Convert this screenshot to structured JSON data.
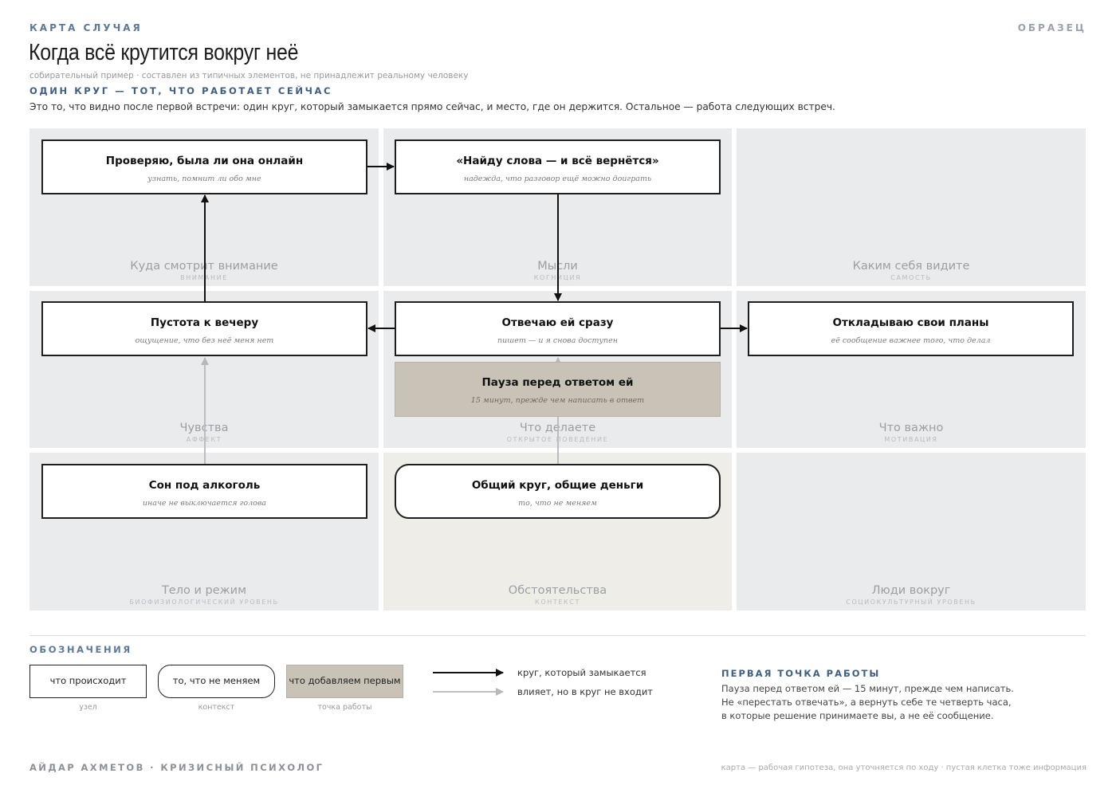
{
  "header": {
    "kicker": "КАРТА СЛУЧАЯ",
    "badge": "ОБРАЗЕЦ",
    "title": "Когда всё крутится вокруг неё",
    "subtitle": "собирательный пример · составлен из типичных элементов, не принадлежит реальному человеку",
    "section": "ОДИН КРУГ — ТОТ, ЧТО РАБОТАЕТ СЕЙЧАС",
    "intro": "Это то, что видно после первой встречи: один круг, который замыкается прямо сейчас, и место, где он держится. Остальное — работа следующих встреч."
  },
  "cells": [
    {
      "title": "Куда смотрит внимание",
      "subtitle": "ВНИМАНИЕ"
    },
    {
      "title": "Мысли",
      "subtitle": "КОГНИЦИЯ"
    },
    {
      "title": "Каким себя видите",
      "subtitle": "САМОСТЬ"
    },
    {
      "title": "Чувства",
      "subtitle": "АФФЕКТ"
    },
    {
      "title": "Что делаете",
      "subtitle": "ОТКРЫТОЕ ПОВЕДЕНИЕ"
    },
    {
      "title": "Что важно",
      "subtitle": "МОТИВАЦИЯ"
    },
    {
      "title": "Тело и режим",
      "subtitle": "БИОФИЗИОЛОГИЧЕСКИЙ УРОВЕНЬ"
    },
    {
      "title": "Обстоятельства",
      "subtitle": "КОНТЕКСТ"
    },
    {
      "title": "Люди вокруг",
      "subtitle": "СОЦИОКУЛЬТУРНЫЙ УРОВЕНЬ"
    }
  ],
  "nodes": {
    "check_online": {
      "title": "Проверяю, была ли она онлайн",
      "subtitle": "узнать, помнит ли обо мне"
    },
    "find_words": {
      "title": "«Найду слова — и всё вернётся»",
      "subtitle": "надежда, что разговор ещё можно доиграть"
    },
    "emptiness": {
      "title": "Пустота к вечеру",
      "subtitle": "ощущение, что без неё меня нет"
    },
    "reply_now": {
      "title": "Отвечаю ей сразу",
      "subtitle": "пишет — и я снова доступен"
    },
    "postpone_plans": {
      "title": "Откладываю свои планы",
      "subtitle": "её сообщение важнее того, что делал"
    },
    "pause": {
      "title": "Пауза перед ответом ей",
      "subtitle": "15 минут, прежде чем написать в ответ"
    },
    "sleep_alcohol": {
      "title": "Сон под алкоголь",
      "subtitle": "иначе не выключается голова"
    },
    "common_circle": {
      "title": "Общий круг, общие деньги",
      "subtitle": "то, что не меняем"
    }
  },
  "legend": {
    "title": "ОБОЗНАЧЕНИЯ",
    "node_label": "что происходит",
    "node_caption": "узел",
    "context_label": "то, что не меняем",
    "context_caption": "контекст",
    "work_label": "что добавляем первым",
    "work_caption": "точка работы",
    "loop_arrow_label": "круг, который замыкается",
    "influence_arrow_label": "влияет, но в круг не входит"
  },
  "first_point": {
    "title": "ПЕРВАЯ ТОЧКА РАБОТЫ",
    "text": "Пауза перед ответом ей — 15 минут, прежде чем написать. Не «перестать отвечать», а вернуть себе те четверть часа, в которые решение принимаете вы, а не её сообщение."
  },
  "footer": {
    "left": "АЙДАР АХМЕТОВ · КРИЗИСНЫЙ ПСИХОЛОГ",
    "right": "карта — рабочая гипотеза, она уточняется по ходу · пустая клетка тоже информация"
  },
  "colors": {
    "cell_bg": "#e9ebed",
    "context_bg": "#efede8",
    "work_fill": "#c9c3b7",
    "loop_arrow": "#111111",
    "influence_arrow": "#b5b8bc",
    "accent_blue": "#5b7a99"
  }
}
